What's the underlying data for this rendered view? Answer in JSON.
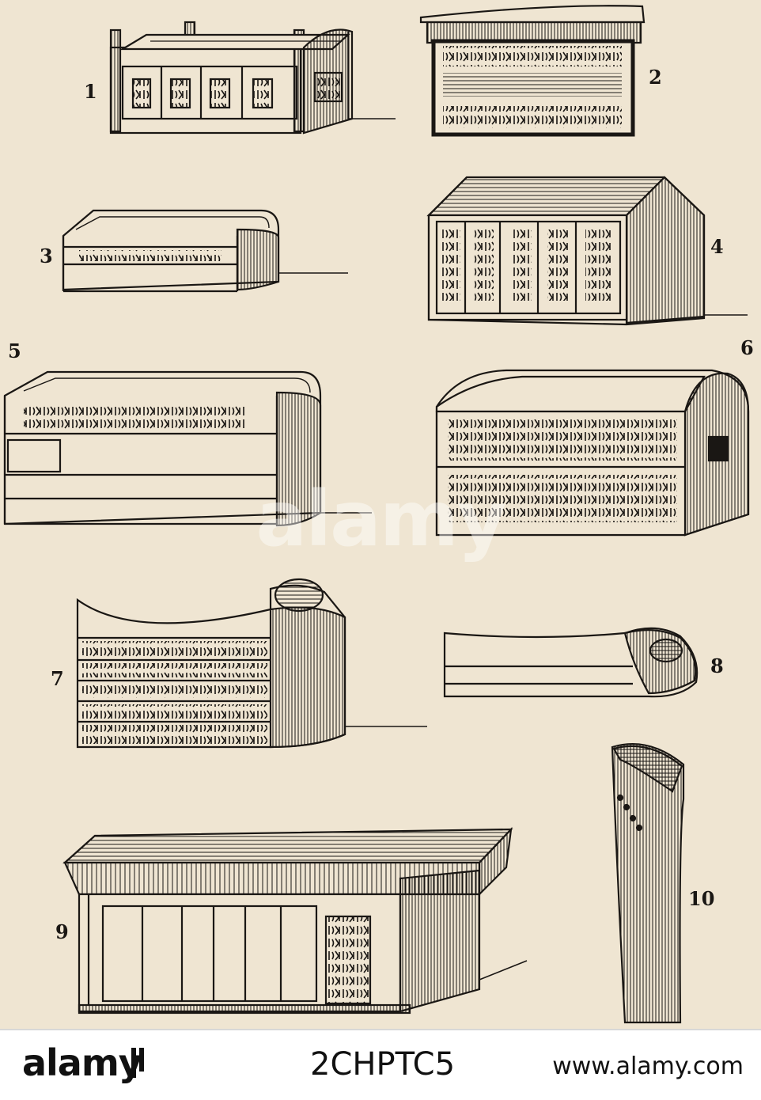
{
  "figure_numbers": [
    "1",
    "2",
    "3",
    "4",
    "5",
    "6",
    "7",
    "8",
    "9",
    "10"
  ],
  "watermark": {
    "plate_text": "alamy",
    "brand": "alamy",
    "image_id": "2CHPTC5",
    "site": "www.alamy.com"
  },
  "colors": {
    "paper": "#efe5d2",
    "ink": "#1a1714",
    "footer": "#ffffff"
  }
}
